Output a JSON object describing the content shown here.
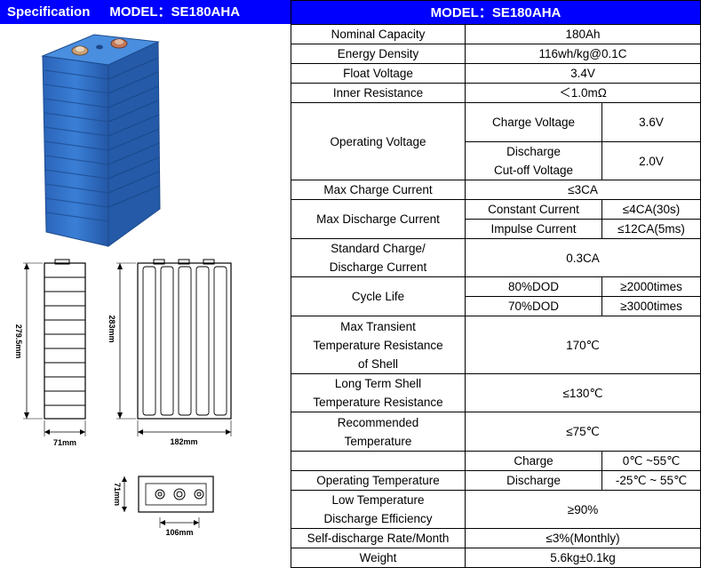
{
  "left_header": {
    "spec_label": "Specification",
    "model_label": "MODEL：SE180AHA"
  },
  "table": {
    "title": "MODEL：SE180AHA",
    "nominal_capacity": {
      "label": "Nominal Capacity",
      "value": "180Ah"
    },
    "energy_density": {
      "label": "Energy Density",
      "value": "116wh/kg@0.1C"
    },
    "float_voltage": {
      "label": "Float Voltage",
      "value": "3.4V"
    },
    "inner_resistance": {
      "label": "Inner Resistance",
      "value": "＜1.0mΩ"
    },
    "operating_voltage": {
      "label": "Operating Voltage",
      "charge_label": "Charge Voltage",
      "charge_value": "3.6V",
      "discharge_label_1": "Discharge",
      "discharge_label_2": "Cut-off Voltage",
      "discharge_value": "2.0V"
    },
    "max_charge_current": {
      "label": "Max Charge Current",
      "value": "≤3CA"
    },
    "max_discharge_current": {
      "label": "Max Discharge Current",
      "constant_label": "Constant Current",
      "constant_value": "≤4CA(30s)",
      "impulse_label": "Impulse Current",
      "impulse_value": "≤12CA(5ms)"
    },
    "standard_charge": {
      "label_1": "Standard Charge/",
      "label_2": "Discharge Current",
      "value": "0.3CA"
    },
    "cycle_life": {
      "label": "Cycle Life",
      "dod80_label": "80%DOD",
      "dod80_value": "≥2000times",
      "dod70_label": "70%DOD",
      "dod70_value": "≥3000times"
    },
    "max_transient": {
      "label_1": "Max Transient",
      "label_2": "Temperature Resistance",
      "label_3": "of Shell",
      "value": "170℃"
    },
    "long_term": {
      "label_1": "Long Term Shell",
      "label_2": "Temperature Resistance",
      "value": "≤130℃"
    },
    "recommended": {
      "label_1": "Recommended",
      "label_2": "Temperature",
      "value": "≤75℃"
    },
    "operating_temperature": {
      "label": "Operating Temperature",
      "charge_label": "Charge",
      "charge_value": "0℃ ~55℃",
      "discharge_label": "Discharge",
      "discharge_value": "-25℃ ~ 55℃"
    },
    "low_temp": {
      "label_1": "Low Temperature",
      "label_2": "Discharge Efficiency",
      "value": "≥90%"
    },
    "self_discharge": {
      "label": "Self-discharge Rate/Month",
      "value": "≤3%(Monthly)"
    },
    "weight": {
      "label": "Weight",
      "value": "5.6kg±0.1kg"
    }
  },
  "dimensions": {
    "side_height": "279.5mm",
    "side_width": "71mm",
    "front_height": "283mm",
    "front_width": "182mm",
    "top_depth": "71mm",
    "top_width": "106mm"
  },
  "colors": {
    "header_blue": "#0000ff",
    "battery_blue": "#2f6fc4"
  }
}
